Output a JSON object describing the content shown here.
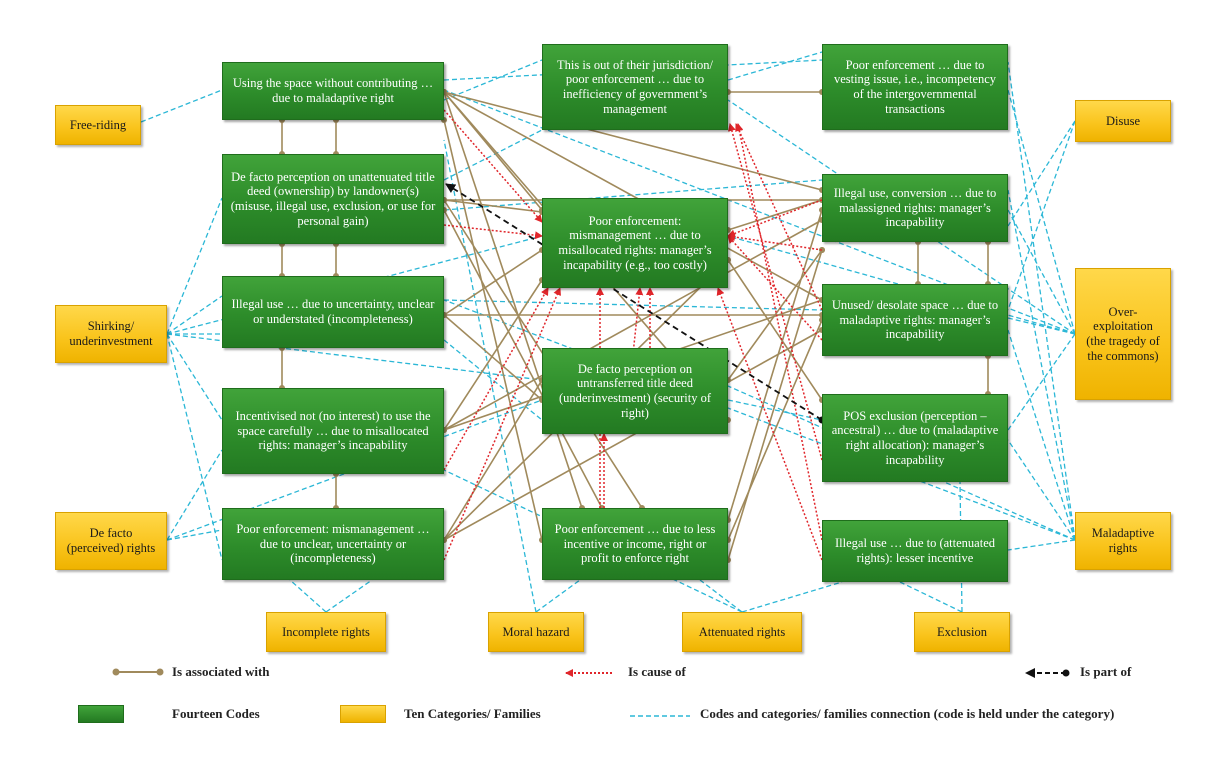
{
  "codes": {
    "c1": "Using the space without contributing … due to maladaptive right",
    "c2": "De facto perception on unattenuated title deed (ownership) by landowner(s) (misuse, illegal use, exclusion, or use for personal gain)",
    "c3": "Illegal use … due to uncertainty, unclear or understated (incompleteness)",
    "c4": "Incentivised not (no interest) to use the space carefully … due to misallocated rights: manager’s incapability",
    "c5": "Poor enforcement: mismanagement … due to unclear, uncertainty or (incompleteness)",
    "c6": "This is out of their jurisdiction/ poor enforcement … due to inefficiency of government’s management",
    "c7": "Poor enforcement: mismanagement … due to misallocated rights: manager’s incapability (e.g., too costly)",
    "c8": "De facto perception on untransferred title deed (underinvestment) (security of right)",
    "c9": "Poor enforcement … due to less incentive or income, right or profit to enforce right",
    "c10": "Poor enforcement … due to vesting issue, i.e., incompetency of the intergovernmental transactions",
    "c11": "Illegal use, conversion … due to malassigned rights: manager’s incapability",
    "c12": "Unused/ desolate space … due to maladaptive rights: manager’s incapability",
    "c13": "POS exclusion (perception – ancestral) … due to (maladaptive right allocation): manager’s incapability",
    "c14": "Illegal use … due to (attenuated rights): lesser incentive"
  },
  "categories": {
    "free_riding": "Free-riding",
    "shirking": "Shirking/ underinvestment",
    "de_facto": "De facto (perceived) rights",
    "disuse": "Disuse",
    "over_exploitation": "Over-exploitation (the tragedy of the commons)",
    "maladaptive": "Maladaptive rights",
    "incomplete": "Incomplete rights",
    "moral_hazard": "Moral hazard",
    "attenuated": "Attenuated rights",
    "exclusion": "Exclusion"
  },
  "legend": {
    "associated": "Is associated with",
    "cause": "Is cause of",
    "part": "Is part of",
    "codes": "Fourteen Codes",
    "categories": "Ten Categories/ Families",
    "connection": "Codes and categories/ families connection (code is held under the category)"
  },
  "colors": {
    "code_fill": "#2d8c2a",
    "category_fill": "#f9c31a",
    "associated_line": "#a08a5c",
    "cause_line": "#e0262b",
    "part_line": "#111111",
    "connection_line": "#2bb7d6"
  }
}
